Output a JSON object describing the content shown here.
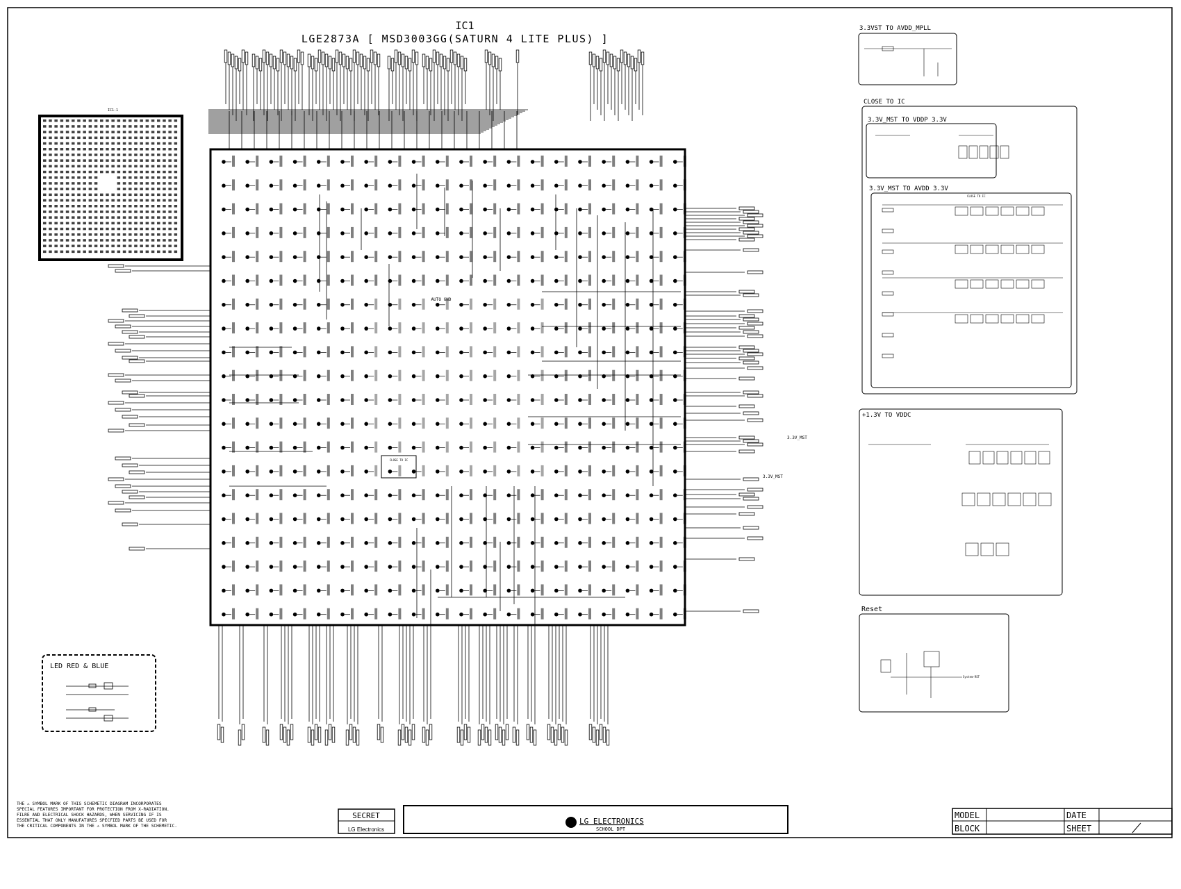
{
  "title": {
    "line1": "IC1",
    "line2": "LGE2873A [ MSD3003GG(SATURN 4 LITE PLUS) ]"
  },
  "mini_chip_label": "IC1-1",
  "center_label": "AUTO GND",
  "bypass_label": "CLOSE TO IC",
  "right_labels": {
    "mst1": "3.3V_MST",
    "mst2": "3.3V_MST"
  },
  "panels": {
    "mpll": "3.3VST TO AVDD_MPLL",
    "close_to_ic": "CLOSE TO IC",
    "vddp": "3.3V_MST TO VDDP 3.3V",
    "avdd": "3.3V_MST TO AVDD 3.3V",
    "avdd_inner": "CLOSE TO IC",
    "vddc": "+1.3V TO VDDC",
    "reset": "Reset",
    "reset_net": "System-RST"
  },
  "led_box": {
    "title": "LED RED & BLUE"
  },
  "notice": {
    "lines": [
      "THE ⚠ SYMBOL MARK OF THIS SCHEMETIC DIAGRAM INCORPORATES",
      "SPECIAL FEATURES IMPORTANT FOR PROTECTION FROM X-RADIATION.",
      "FILRE AND ELECTRICAL SHOCK HAZARDS, WHEN SERVICING IF IS",
      "ESSENTIAL THAT ONLY MANUFATURES SPECFIED PARTS BE USED FOR",
      "THE CRITICAL COMPONENTS IN THE ⚠ SYMBOL MARK OF THE SCHEMETIC."
    ]
  },
  "title_block": {
    "secret": "SECRET",
    "company_small": "LG Electronics",
    "logo_main": "LG ELECTRONICS",
    "logo_sub": "SCHOOL DPT",
    "model": "MODEL",
    "block": "BLOCK",
    "date": "DATE",
    "sheet": "SHEET"
  }
}
